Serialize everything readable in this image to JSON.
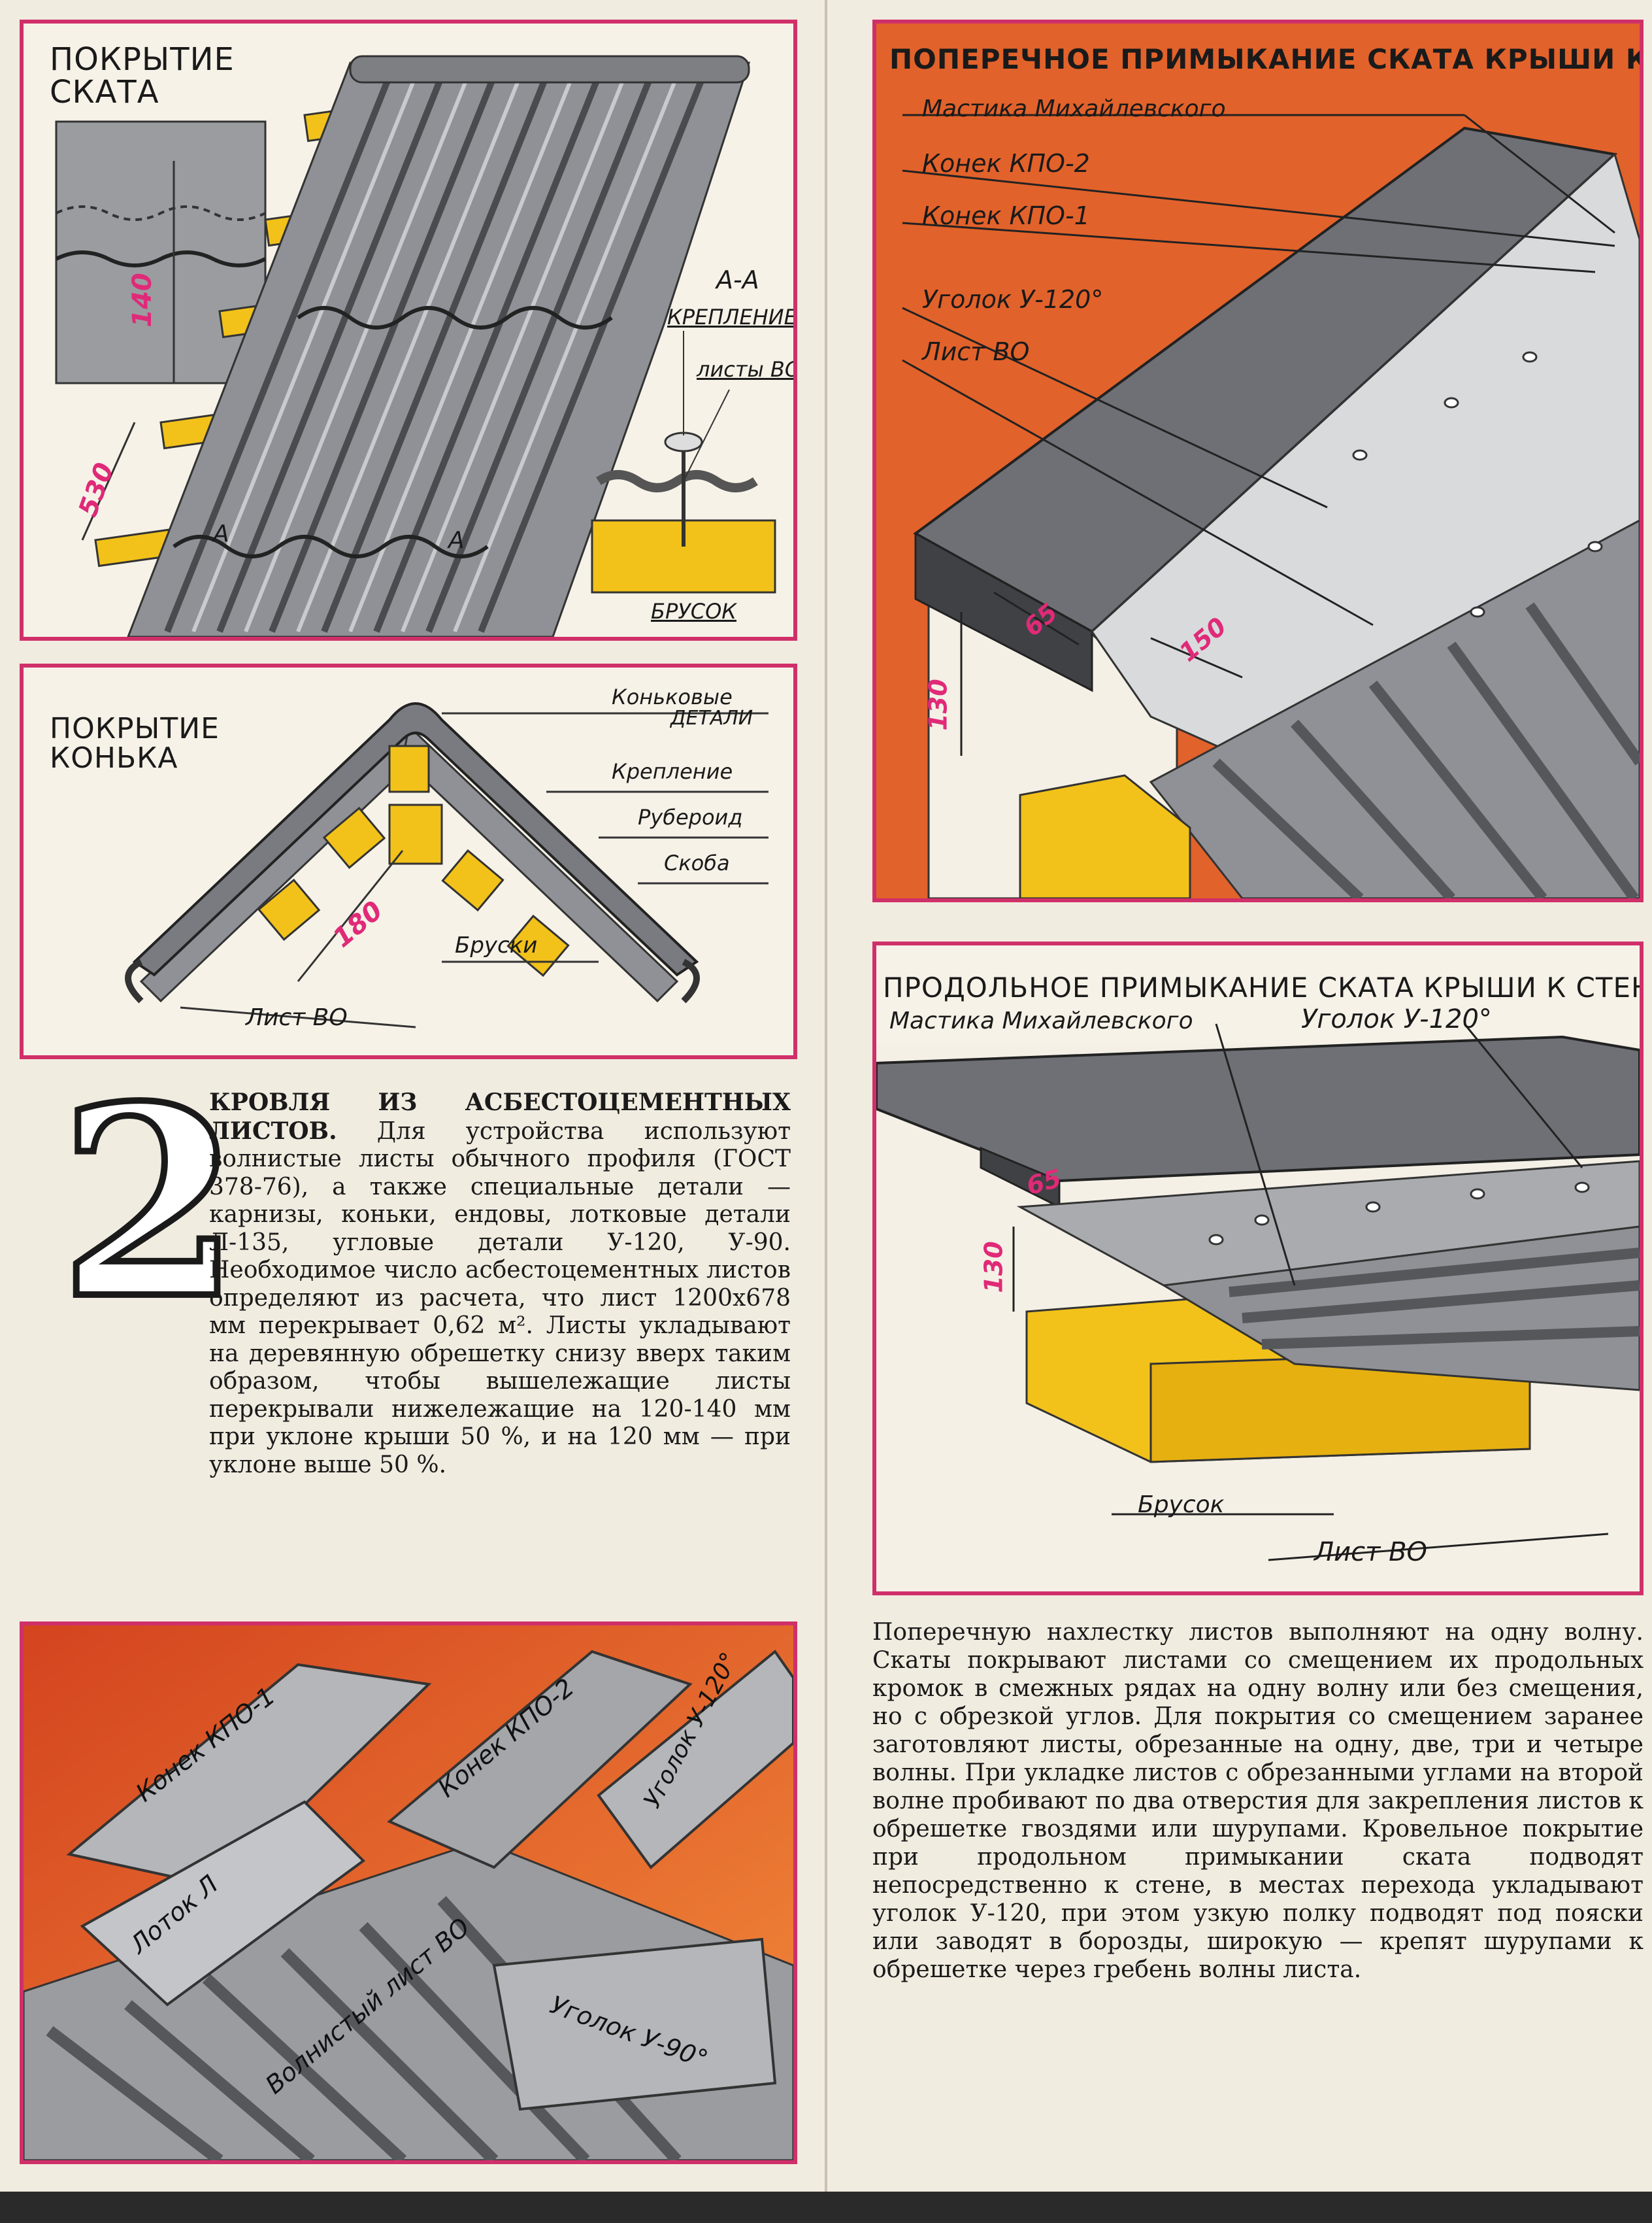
{
  "panel_slope": {
    "title_line1": "ПОКРЫТИЕ",
    "title_line2": "СКАТА",
    "section_label": "А-А",
    "fastening": "КРЕПЛЕНИЕ",
    "sheets": "листы ВО",
    "bar": "БРУСОК",
    "dim_140": "140",
    "dim_530": "530",
    "cut_a1": "А",
    "cut_a2": "А"
  },
  "panel_ridge": {
    "title_line1": "ПОКРЫТИЕ",
    "title_line2": "КОНЬКА",
    "ridge_parts_line1": "Коньковые",
    "ridge_parts_line2": "ДЕТАЛИ",
    "fastening": "Крепление",
    "roofing_felt": "Рубероид",
    "bracket": "Скоба",
    "bars": "Бруски",
    "sheet": "Лист ВО",
    "dim_180": "180"
  },
  "panel_transverse": {
    "title": "ПОПЕРЕЧНОЕ ПРИМЫКАНИЕ СКАТА КРЫШИ К СТЕНЕ",
    "mastic": "Мастика Михайлевского",
    "ridge_kpo2": "Конек КПО-2",
    "ridge_kpo1": "Конек КПО-1",
    "angle_u120": "Уголок У-120°",
    "sheet": "Лист ВО",
    "dim_65": "65",
    "dim_150": "150",
    "dim_130": "130"
  },
  "panel_longitudinal": {
    "title": "ПРОДОЛЬНОЕ ПРИМЫКАНИЕ СКАТА КРЫШИ К СТЕНЕ",
    "mastic": "Мастика Михайлевского",
    "angle_u120": "Уголок У-120°",
    "bar": "Брусок",
    "sheet": "Лист ВО",
    "dim_65": "65",
    "dim_130": "130"
  },
  "panel_parts": {
    "kpo1": "Конек КПО-1",
    "kpo2": "Конек КПО-2",
    "u120": "Уголок У-120°",
    "tray": "Лоток Л",
    "wavy": "Волнистый лист ВО",
    "u90": "Уголок У-90°"
  },
  "article": {
    "number": "2",
    "heading": "КРОВЛЯ ИЗ АСБЕСТОЦЕМЕНТНЫХ ЛИСТОВ.",
    "body": "Для устройства используют волнистые листы обычного профиля (ГОСТ 378-76), а также специальные детали — карнизы, коньки, ендовы, лотковые детали Л-135, угловые детали У-120, У-90. Необходимое число асбестоцементных листов определяют из расчета, что лист 1200х678 мм перекрывает 0,62 м². Листы укладывают на деревянную обрешетку снизу вверх таким образом, чтобы вышележащие листы перекрывали нижележащие на 120-140 мм при уклоне крыши 50 %, и на 120 мм — при уклоне выше 50 %."
  },
  "article2": {
    "body": "Поперечную нахлестку листов выполняют на одну волну. Скаты покрывают листами со смещением их продольных кромок в смежных рядах на одну волну или без смещения, но с обрезкой углов. Для покрытия со смещением заранее заготовляют листы, обрезанные на одну, две, три и четыре волны. При укладке листов с обрезанными углами на второй волне пробивают по два отверстия для закрепления листов к обрешетке гвоздями или шурупами. Кровельное покрытие при продольном примыкании ската подводят непосредственно к стене, в местах перехода укладывают уголок У-120, при этом узкую полку подводят под пояски или заводят в борозды, широкую — крепят шурупами к обрешетке через гребень волны листа."
  },
  "colors": {
    "frame": "#d0306a",
    "wood": "#f2c21a",
    "sheet_gray": "#8f9196",
    "orange_bg": "#e2622b",
    "dimension": "#e02a78"
  }
}
